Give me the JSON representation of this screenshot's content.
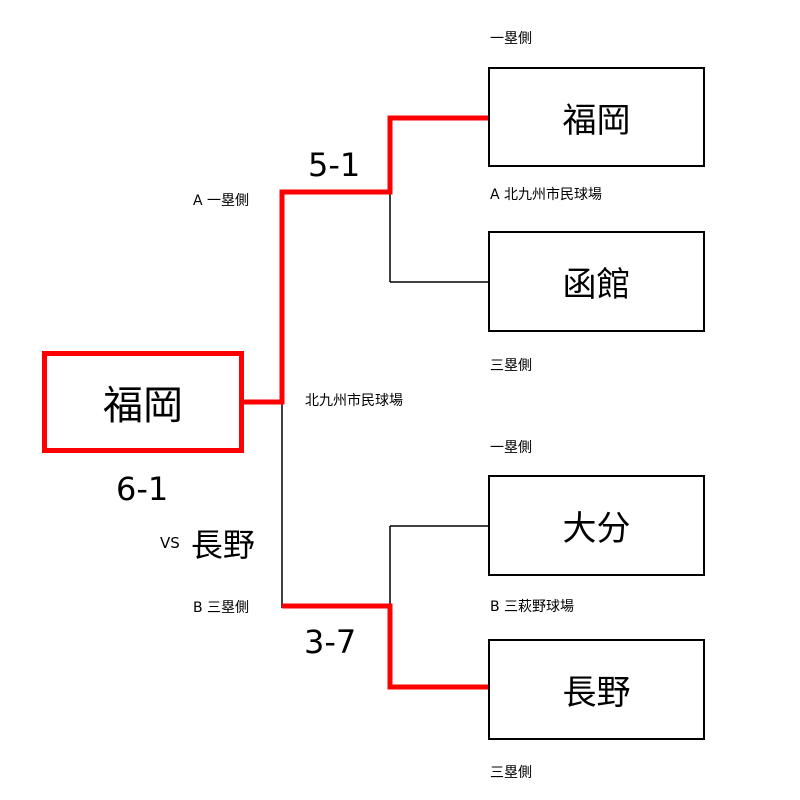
{
  "champion": {
    "team": "福岡",
    "score": "6-1",
    "vs_prefix": "VS",
    "vs_team": "長野"
  },
  "venue_center": "北九州市民球場",
  "bracket_a": {
    "label": "A 一塁側",
    "score": "5-1",
    "venue": "A 北九州市民球場",
    "team_top": {
      "side": "一塁側",
      "name": "福岡"
    },
    "team_bottom": {
      "name": "函館",
      "side": "三塁側"
    }
  },
  "bracket_b": {
    "label": "B 三塁側",
    "score": "3-7",
    "venue": "B 三萩野球場",
    "team_top": {
      "side": "一塁側",
      "name": "大分"
    },
    "team_bottom": {
      "name": "長野",
      "side": "三塁側"
    }
  },
  "colors": {
    "winner_line": "#ff0000",
    "line": "#000000"
  }
}
